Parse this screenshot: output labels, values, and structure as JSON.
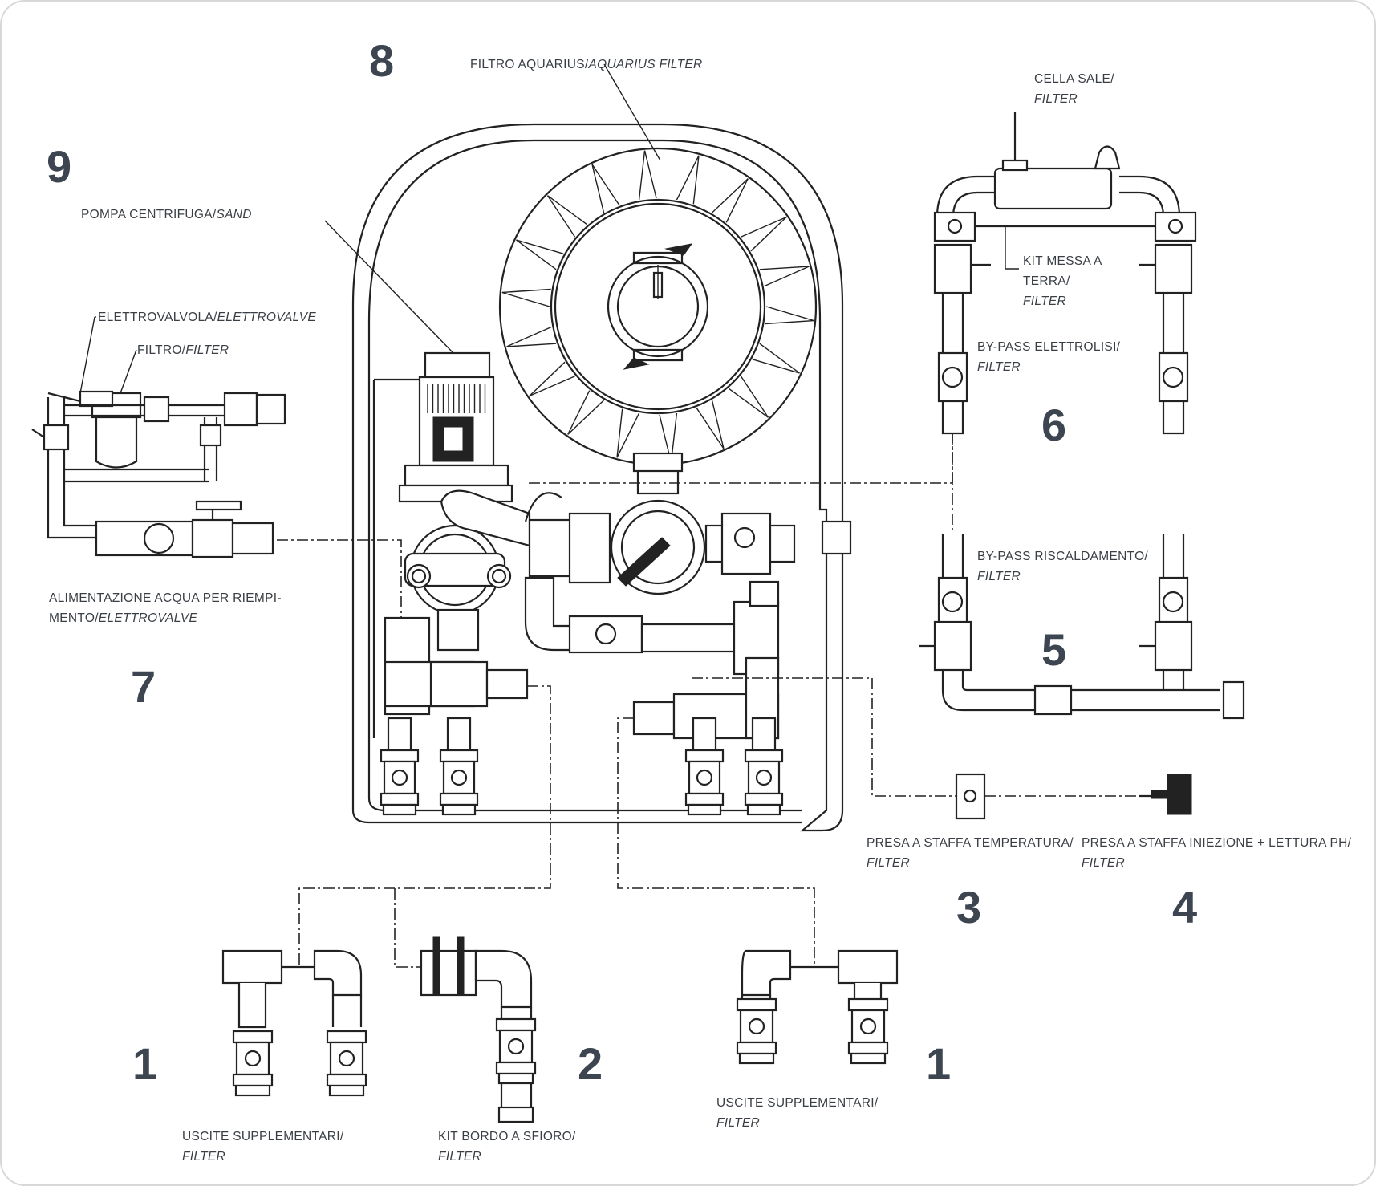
{
  "components": [
    {
      "id": "filter",
      "number": "8",
      "label": "FILTRO AQUARIUS/",
      "label_italic": "AQUARIUS FILTER"
    },
    {
      "id": "pump",
      "number": "9",
      "label": "POMPA CENTRIFUGA/",
      "label_italic": "SAND"
    },
    {
      "id": "solenoid",
      "number": "",
      "label": "ELETTROVALVOLA/",
      "label_italic": "ELETTROVALVE"
    },
    {
      "id": "small-filter",
      "number": "",
      "label": "FILTRO/",
      "label_italic": "FILTER"
    },
    {
      "id": "fill-supply",
      "number": "7",
      "label": "ALIMENTAZIONE ACQUA PER RIEMPI-",
      "label2": "MENTO/",
      "label_italic": "ELETTROVALVE"
    },
    {
      "id": "salt-cell",
      "number": "",
      "label": "CELLA SALE/",
      "label_italic": "FILTER"
    },
    {
      "id": "grounding-kit",
      "number": "",
      "label": "KIT MESSA A",
      "label2": "TERRA/",
      "label_italic": "FILTER"
    },
    {
      "id": "bypass-electrolysis",
      "number": "6",
      "label": "BY-PASS ELETTROLISI/",
      "label_italic": "FILTER"
    },
    {
      "id": "bypass-heating",
      "number": "5",
      "label": "BY-PASS RISCALDAMENTO/",
      "label_italic": "FILTER"
    },
    {
      "id": "temp-clamp",
      "number": "3",
      "label": "PRESA A STAFFA TEMPERATURA/",
      "label_italic": "FILTER"
    },
    {
      "id": "ph-clamp",
      "number": "4",
      "label": "PRESA A STAFFA INIEZIONE + LETTURA PH/",
      "label_italic": "FILTER"
    },
    {
      "id": "extra-outputs-left",
      "number": "1",
      "label": "USCITE SUPPLEMENTARI/",
      "label_italic": "FILTER"
    },
    {
      "id": "overflow-kit",
      "number": "2",
      "label": "KIT BORDO A SFIORO/",
      "label_italic": "FILTER"
    },
    {
      "id": "extra-outputs-right",
      "number": "1",
      "label": "USCITE SUPPLEMENTARI/",
      "label_italic": "FILTER"
    }
  ]
}
